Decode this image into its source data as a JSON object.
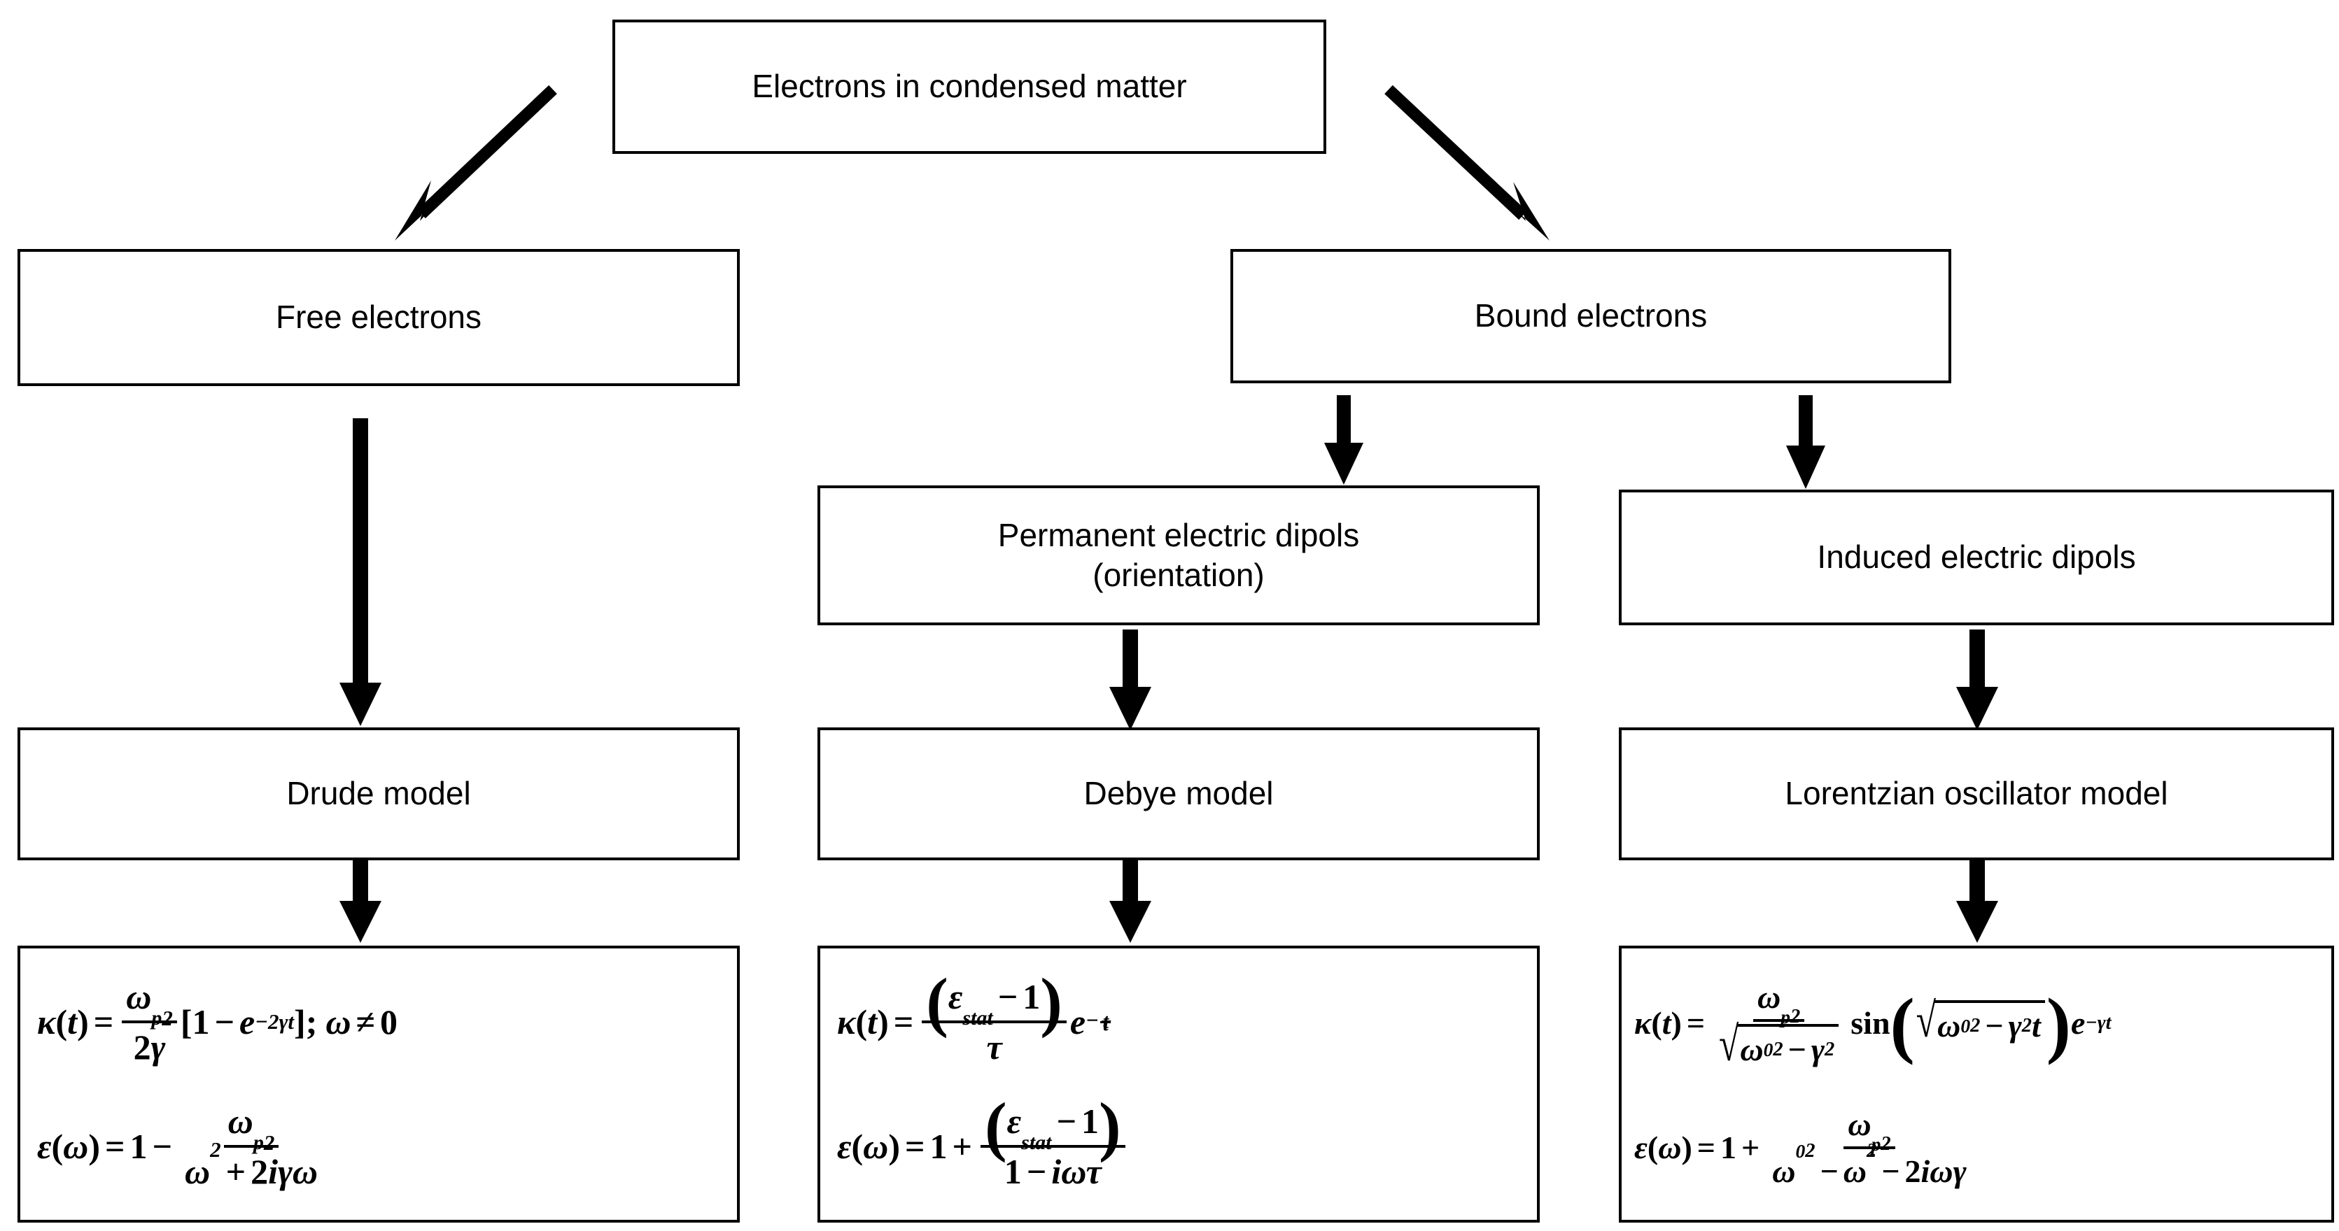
{
  "diagram": {
    "title_node": {
      "label": "Electrons in condensed matter"
    },
    "branches": [
      {
        "category": "Free electrons",
        "model": "Drude model",
        "equations": {
          "kappa": "κ(t) = ωₚ²/(2γ) [1 − e⁻²γᵗ]; ω ≠ 0",
          "epsilon": "ε(ω) = 1 − ωₚ²/(ω² + 2iγω)"
        }
      },
      {
        "category": "Bound electrons",
        "sub_category": "Permanent electric dipols\n(orientation)",
        "model": "Debye model",
        "equations": {
          "kappa": "κ(t) = (εₛₜₐₜ − 1)/τ · e⁻ᵗᐟτ",
          "epsilon": "ε(ω) = 1 + (εₛₜₐₜ − 1)/(1 − iωτ)"
        }
      },
      {
        "category": "Bound electrons",
        "sub_category": "Induced electric dipols",
        "model": "Lorentzian oscillator model",
        "equations": {
          "kappa": "κ(t) = ωₚ²/√(ω₀² − γ²) · sin(√(ω₀² − γ²) t) e⁻γᵗ",
          "epsilon": "ε(ω) = 1 + ωₚ²/(ω₀² − ω² − 2iωγ)"
        }
      }
    ],
    "nodes": {
      "root": "Electrons in condensed matter",
      "free_electrons": "Free electrons",
      "bound_electrons": "Bound electrons",
      "permanent_dipols": "Permanent electric dipols\n(orientation)",
      "induced_dipols": "Induced electric dipols",
      "drude_model": "Drude model",
      "debye_model": "Debye model",
      "lorentzian_model": "Lorentzian oscillator model"
    },
    "symbols": {
      "kappa": "κ",
      "epsilon": "ε",
      "omega": "ω",
      "gamma": "γ",
      "tau": "τ",
      "t": "t",
      "i": "i",
      "e": "e",
      "p": "p",
      "zero": "0",
      "one": "1",
      "two": "2",
      "stat": "stat",
      "sin": "sin",
      "equals": "=",
      "plus": "+",
      "minus": "−",
      "neq": "≠",
      "semicolon": ";",
      "lbracket": "[",
      "rbracket": "]",
      "lparen": "(",
      "rparen": ")",
      "radical": "√"
    },
    "colors": {
      "stroke": "#000000",
      "background": "#ffffff",
      "text": "#000000"
    }
  }
}
